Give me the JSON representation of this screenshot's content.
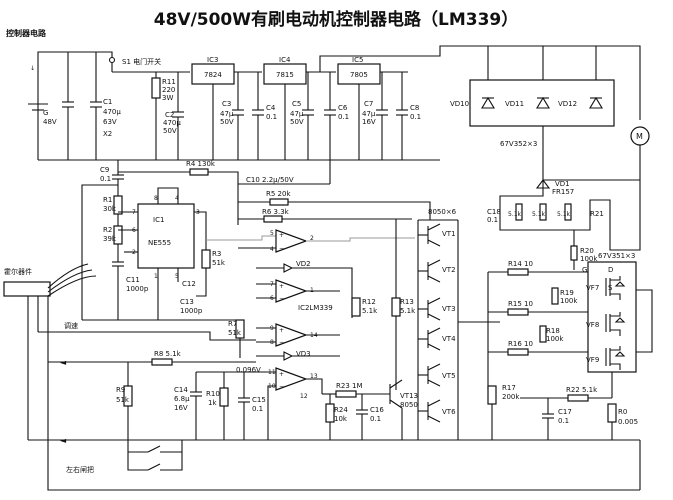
{
  "title": "48V/500W有刷电动机控制器电路（LM339）",
  "section_label": "控制器电路",
  "labels": {
    "s1": "S1 电门开关",
    "battery_g": "G",
    "battery_v": "48V",
    "c1": "C1",
    "c1_v1": "470μ",
    "c1_v2": "63V",
    "x2": "X2",
    "r11": "R11",
    "r11_v1": "220",
    "r11_v2": "3W",
    "c2": "C2",
    "c2_v1": "470μ",
    "c2_v2": "50V",
    "ic3": "IC3",
    "ic3_v": "7824",
    "ic4": "IC4",
    "ic4_v": "7815",
    "ic5": "IC5",
    "ic5_v": "7805",
    "c3": "C3",
    "c3_v1": "47μ",
    "c3_v2": "50V",
    "c4": "C4",
    "c4_v": "0.1",
    "c5": "C5",
    "c5_v1": "47μ",
    "c5_v2": "50V",
    "c6": "C6",
    "c6_v": "0.1",
    "c7": "C7",
    "c7_v1": "47μ",
    "c7_v2": "16V",
    "c8": "C8",
    "c8_v": "0.1",
    "vd10": "VD10",
    "vd11": "VD11",
    "vd12": "VD12",
    "d_group": "67V352×3",
    "motor": "M",
    "c9": "C9",
    "c9_v": "0.1",
    "r4": "R4 130k",
    "c10": "C10 2.2μ/50V",
    "vd1": "VD1",
    "vd1_v": "FR157",
    "r1": "R1",
    "r1_v": "30k",
    "r2": "R2",
    "r2_v": "39k",
    "ic1": "IC1",
    "ic1_v": "NE555",
    "r5": "R5 20k",
    "r6": "R6 3.3k",
    "vt_group": "8050×6",
    "c18": "C18",
    "c18_v": "0.1",
    "r_5k1": "5.1k",
    "r21": "R21",
    "r3": "R3",
    "r3_v": "51k",
    "c11": "C11",
    "c11_v": "1000p",
    "c12": "C12",
    "c13": "C13",
    "c13_v": "1000p",
    "hall_sensor": "霍尔器件",
    "speed": "调速",
    "vd2": "VD2",
    "ic2": "IC2LM339",
    "r7": "R7",
    "r7_v": "51k",
    "r12": "R12",
    "r12_v": "5.1k",
    "r13": "R13",
    "r13_v": "5.1k",
    "vt1": "VT1",
    "vt2": "VT2",
    "vt3": "VT3",
    "vt4": "VT4",
    "vt5": "VT5",
    "vt6": "VT6",
    "vt13": "VT13",
    "vt13_v": "8050",
    "r20": "R20",
    "r20_v": "100k",
    "r14": "R14 10",
    "r15": "R15 10",
    "r16": "R16 10",
    "r19": "R19",
    "r19_v": "100k",
    "r18": "R18",
    "r18_v": "100k",
    "fet_group": "67V351×3",
    "vf7": "VF7",
    "vf8": "VF8",
    "vf9": "VF9",
    "pin_g": "G",
    "pin_d": "D",
    "pin_s": "S",
    "vd3": "VD3",
    "r8": "R8 5.1k",
    "v_0096": "0.096V",
    "r9": "R9",
    "r9_v": "51k",
    "c14": "C14",
    "c14_v1": "6.8μ",
    "c14_v2": "16V",
    "r10": "R10",
    "r10_v": "1k",
    "c15": "C15",
    "c15_v": "0.1",
    "r23": "R23 1M",
    "r24": "R24",
    "r24_v": "10k",
    "c16": "C16",
    "c16_v": "0.1",
    "r17": "R17",
    "r17_v": "200k",
    "r22": "R22 5.1k",
    "c17": "C17",
    "c17_v": "0.1",
    "r0": "R0",
    "r0_v": "0.005",
    "brake": "左右闸把",
    "pins": {
      "p1": "1",
      "p2": "2",
      "p3": "3",
      "p4": "4",
      "p5": "5",
      "p6": "6",
      "p7": "7",
      "p8": "8",
      "p9": "9",
      "p10": "10",
      "p11": "11",
      "p12": "12",
      "p13": "13",
      "p14": "14"
    }
  }
}
